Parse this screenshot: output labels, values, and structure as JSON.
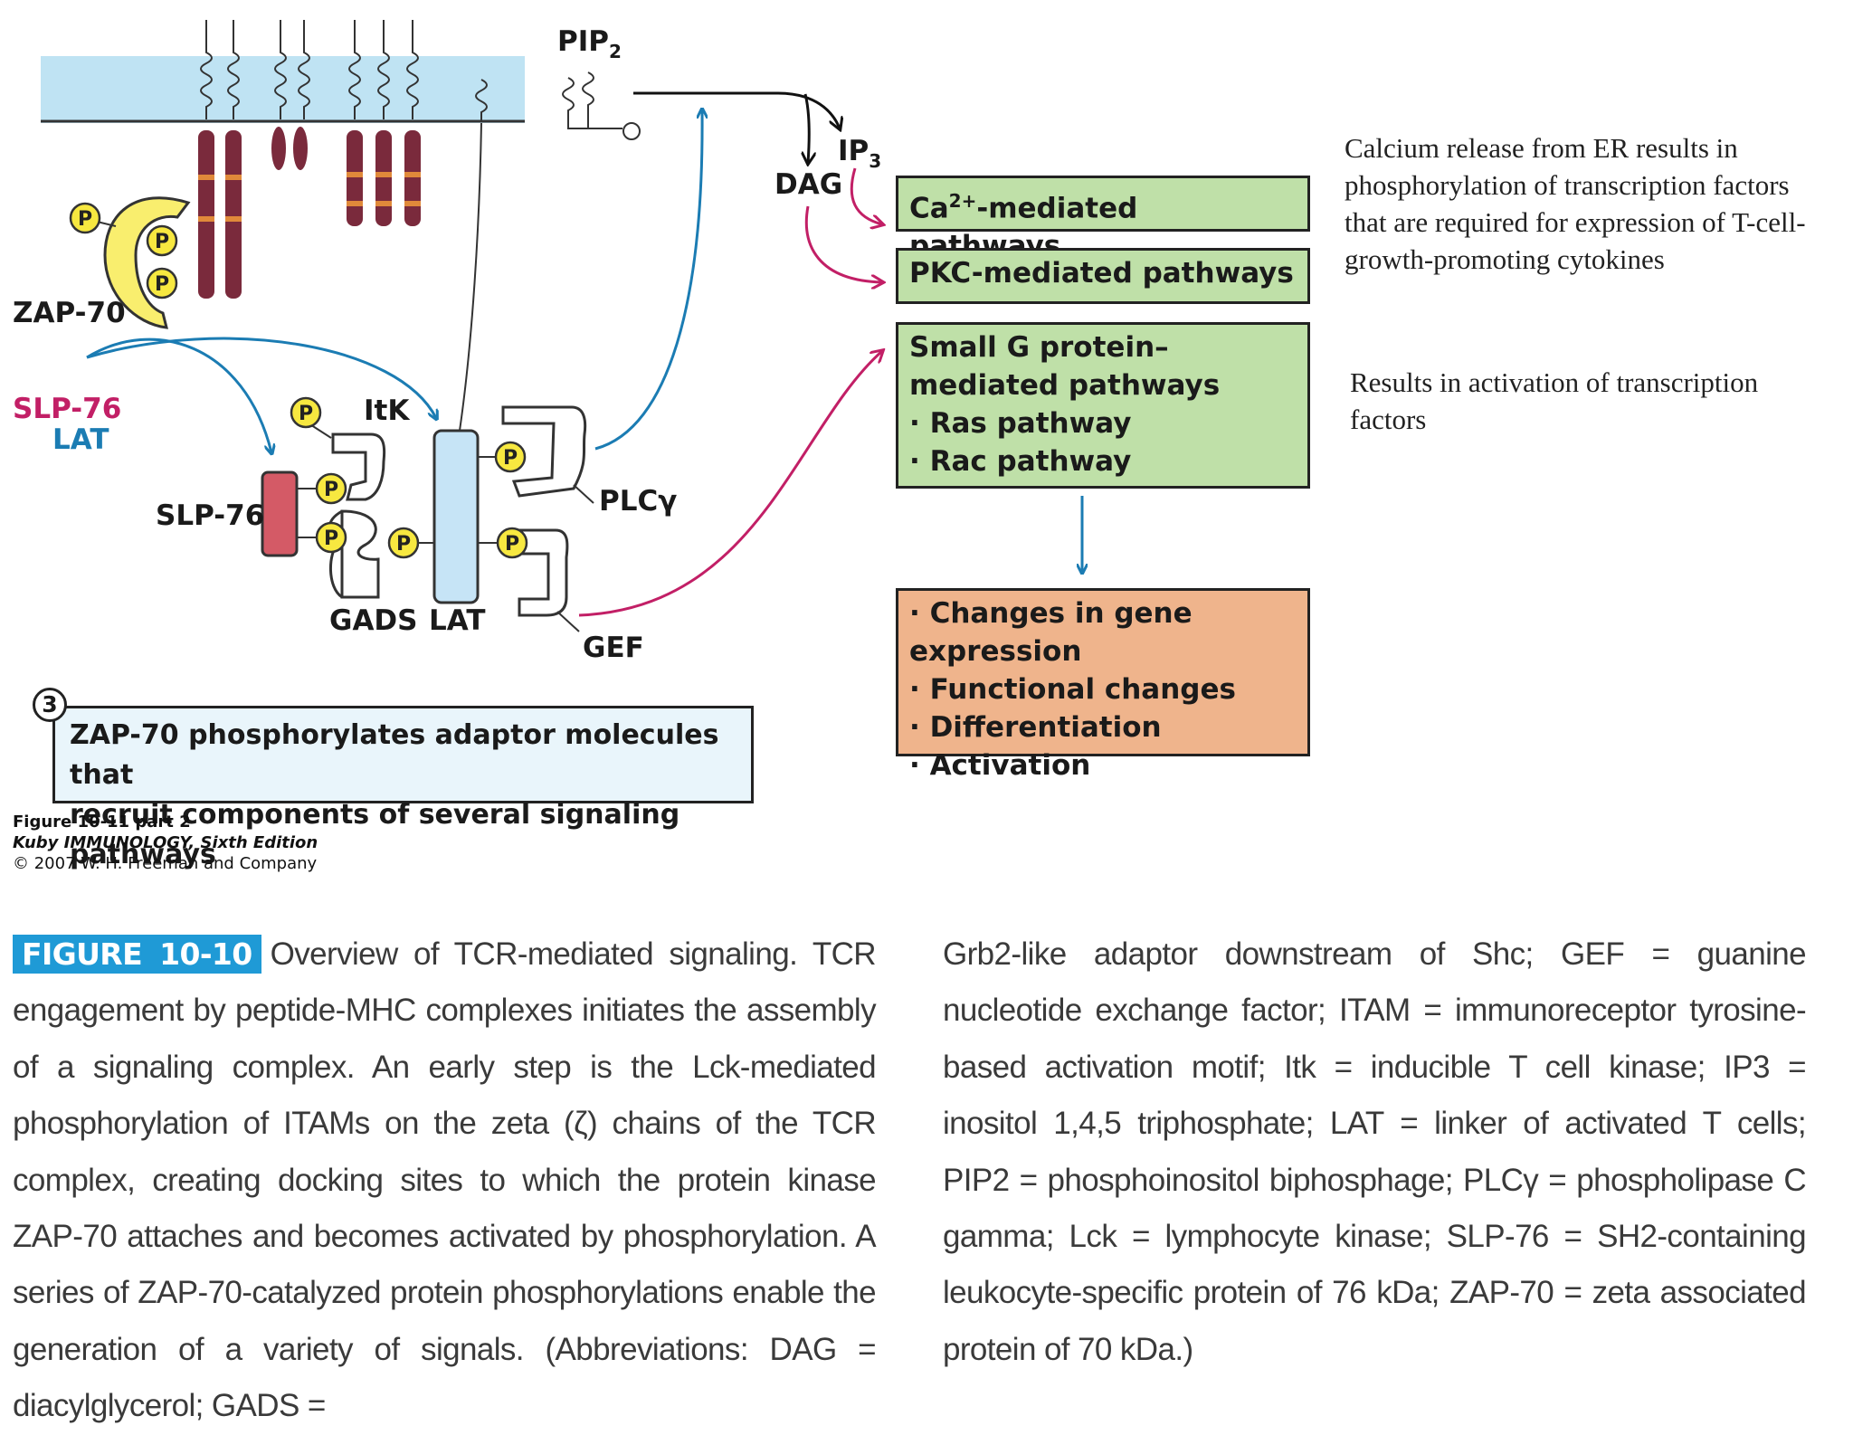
{
  "diagram": {
    "labels": {
      "pip2": "PIP",
      "pip2_sub": "2",
      "ip3": "IP",
      "ip3_sub": "3",
      "dag": "DAG",
      "zap70": "ZAP-70",
      "slp76_legend": "SLP-76",
      "lat_legend": "LAT",
      "itk": "ItK",
      "slp76": "SLP-76",
      "gads": "GADS",
      "lat": "LAT",
      "plcg": "PLCγ",
      "gef": "GEF",
      "phospho": "P"
    },
    "pathways": {
      "ca_prefix": "Ca",
      "ca_sup": "2+",
      "ca_suffix": "-mediated pathways",
      "pkc": "PKC-mediated pathways",
      "small_g_line1": "Small G protein–",
      "small_g_line2": "mediated pathways",
      "small_g_line3": "· Ras pathway",
      "small_g_line4": "· Rac pathway"
    },
    "outcomes": [
      "· Changes in gene expression",
      "· Functional changes",
      "· Differentiation",
      "· Activation"
    ],
    "notes": {
      "calcium": "Calcium release from ER results in phosphorylation of transcription factors that are required for expression of T-cell-growth-promoting cytokines",
      "small_g": "Results in activation of transcription factors"
    },
    "step": {
      "number": "3",
      "line1": "ZAP-70 phosphorylates adaptor molecules that",
      "line2": "recruit components of several signaling pathways"
    },
    "credit": {
      "line1": "Figure 10-11 part 2",
      "line2": "Kuby IMMUNOLOGY, Sixth Edition",
      "line3": "© 2007 W. H. Freeman and Company"
    }
  },
  "caption": {
    "tag": "FIGURE 10-10",
    "left": "Overview of TCR-mediated signaling. TCR engagement by peptide-MHC complexes initiates the assembly of a signaling complex. An early step is the Lck-mediated phosphorylation of ITAMs on the zeta (ζ) chains of the TCR complex, creating docking sites to which the protein kinase ZAP-70 attaches and becomes activated by phosphorylation. A series of ZAP-70-catalyzed protein phosphorylations enable the generation of a variety of signals. (Abbreviations: DAG = diacylglycerol; GADS =",
    "right": "Grb2-like adaptor downstream of Shc; GEF = guanine nucleotide exchange factor; ITAM = immunoreceptor tyrosine-based activation motif; Itk = inducible T cell kinase; IP3 = inositol 1,4,5 triphosphate; LAT = linker of activated T cells; PIP2 = phosphoinositol biphosphage; PLCγ = phospholipase C gamma; Lck = lymphocyte kinase; SLP-76 = SH2-containing leukocyte-specific protein of 76 kDa; ZAP-70 = zeta associated protein of 70 kDa.)"
  },
  "colors": {
    "membrane": "#bfe3f3",
    "chain": "#7a2a3c",
    "itam": "#e0893a",
    "phospho": "#f7e840",
    "zap70": "#f9ee6e",
    "slp76": "#d45a66",
    "lat": "#c6e4f6",
    "pink_arrow": "#c21f66",
    "blue_arrow": "#1b7cb3",
    "green_box": "#bfe0a8",
    "orange_box": "#efb48c",
    "caption_tag": "#1f9ad6"
  }
}
